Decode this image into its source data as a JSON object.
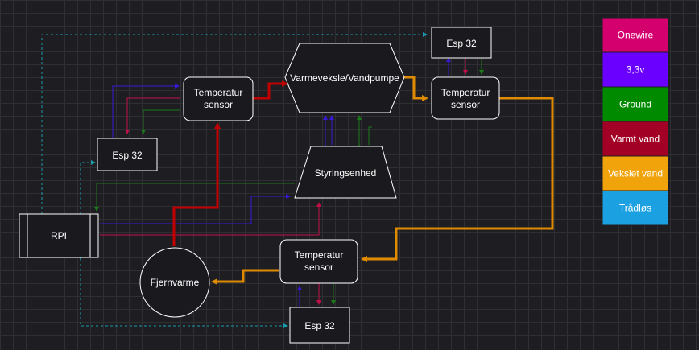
{
  "nodes": {
    "esp32_top": "Esp 32",
    "esp32_left": "Esp 32",
    "esp32_bottom": "Esp 32",
    "temp_sensor_left": [
      "Temperatur",
      "sensor"
    ],
    "temp_sensor_right": [
      "Temperatur",
      "sensor"
    ],
    "temp_sensor_bottom": [
      "Temperatur",
      "sensor"
    ],
    "heat_exchanger": "Varmeveksle/Vandpumpe",
    "control_unit": "Styringsenhed",
    "rpi": "RPI",
    "district_heating": "Fjernvarme"
  },
  "legend": [
    {
      "label": "Onewire",
      "color": "#d4006e"
    },
    {
      "label": "3,3v",
      "color": "#6a00ff"
    },
    {
      "label": "Ground",
      "color": "#008a00"
    },
    {
      "label": "Varmt vand",
      "color": "#a20025"
    },
    {
      "label": "Vekslet vand",
      "color": "#f0a30a"
    },
    {
      "label": "Trådløs",
      "color": "#1ba1e2"
    }
  ],
  "connection_colors": {
    "hot_water": "#c00000",
    "exchanged_water": "#e08a00",
    "onewire": "#c01048",
    "power": "#3a18d8",
    "ground": "#1a7a1a",
    "wireless": "#1a9aaa"
  }
}
